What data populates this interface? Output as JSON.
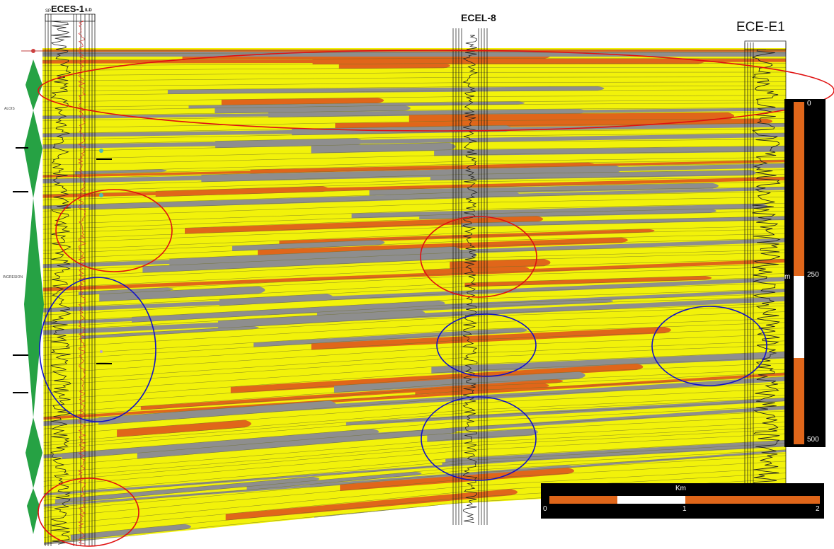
{
  "wells": {
    "left": {
      "name": "ECES-1",
      "prefix": "SP",
      "suffix": "ILD"
    },
    "middle": {
      "name": "ECEL-8"
    },
    "right": {
      "name": "ECE-E1"
    }
  },
  "vertical_scale": {
    "unit": "m",
    "labels": [
      "0",
      "250",
      "500"
    ]
  },
  "horizontal_scale": {
    "unit": "Km",
    "labels": [
      "0",
      "1",
      "2"
    ]
  },
  "colors": {
    "sand": "#f2f20a",
    "shale": "#8e8e8e",
    "carbonate": "#e0661a",
    "wedge": "#26a244",
    "highlight_red": "#e01010",
    "highlight_blue": "#1010c8"
  },
  "side_labels": [
    "ALOIS",
    "INGRESION"
  ]
}
